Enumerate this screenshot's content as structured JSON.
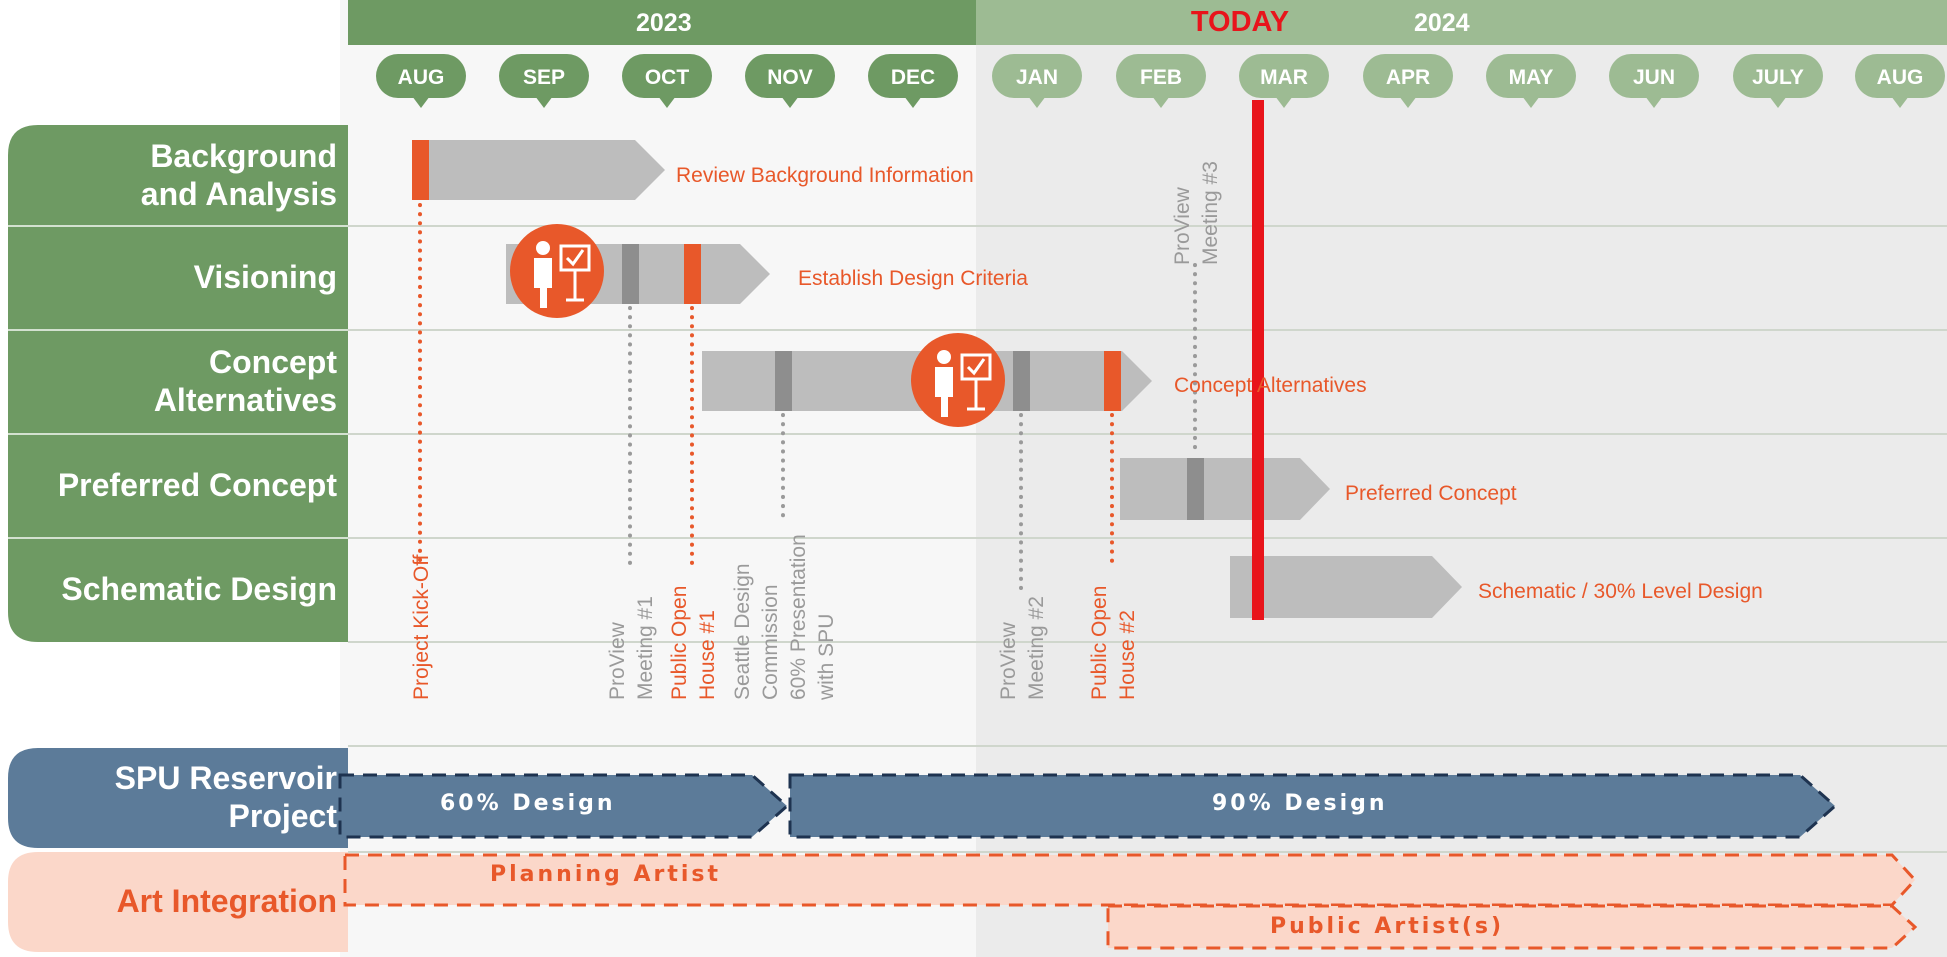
{
  "years": [
    "2023",
    "2024"
  ],
  "today_label": "TODAY",
  "months": [
    "AUG",
    "SEP",
    "OCT",
    "NOV",
    "DEC",
    "JAN",
    "FEB",
    "MAR",
    "APR",
    "MAY",
    "JUN",
    "JULY",
    "AUG"
  ],
  "phases": [
    {
      "label": "Background\nand Analysis",
      "task": "Review Background Information"
    },
    {
      "label": "Visioning",
      "task": "Establish Design Criteria"
    },
    {
      "label": "Concept\nAlternatives",
      "task": "Concept Alternatives"
    },
    {
      "label": "Preferred Concept",
      "task": "Preferred Concept"
    },
    {
      "label": "Schematic Design",
      "task": "Schematic / 30% Level Design"
    }
  ],
  "milestones": [
    {
      "lines": [
        "Project Kick-Off"
      ],
      "color": "#e8582a"
    },
    {
      "lines": [
        "ProView",
        "Meeting  #1"
      ],
      "color": "#9a9a9a"
    },
    {
      "lines": [
        "Public Open",
        "House #1"
      ],
      "color": "#e8582a"
    },
    {
      "lines": [
        "Seattle Design",
        "Commission",
        "60% Presentation",
        "with SPU"
      ],
      "color": "#9a9a9a"
    },
    {
      "lines": [
        "ProView",
        "Meeting  #2"
      ],
      "color": "#9a9a9a"
    },
    {
      "lines": [
        "Public Open",
        "House #2"
      ],
      "color": "#e8582a"
    },
    {
      "lines": [
        "ProView",
        "Meeting  #3"
      ],
      "color": "#9a9a9a"
    }
  ],
  "spu": {
    "label": "SPU Reservoir\nProject",
    "bars": [
      "60% Design",
      "90% Design"
    ]
  },
  "art": {
    "label": "Art Integration",
    "bars": [
      "Planning Artist",
      "Public Artist(s)"
    ]
  },
  "colors": {
    "green_dark": "#6e9a63",
    "green_light": "#9dbb93",
    "orange": "#e8582a",
    "gray_bar": "#bdbdbd",
    "blue": "#5c7b99",
    "salmon": "#fbd7c9",
    "today": "#e8141b"
  }
}
